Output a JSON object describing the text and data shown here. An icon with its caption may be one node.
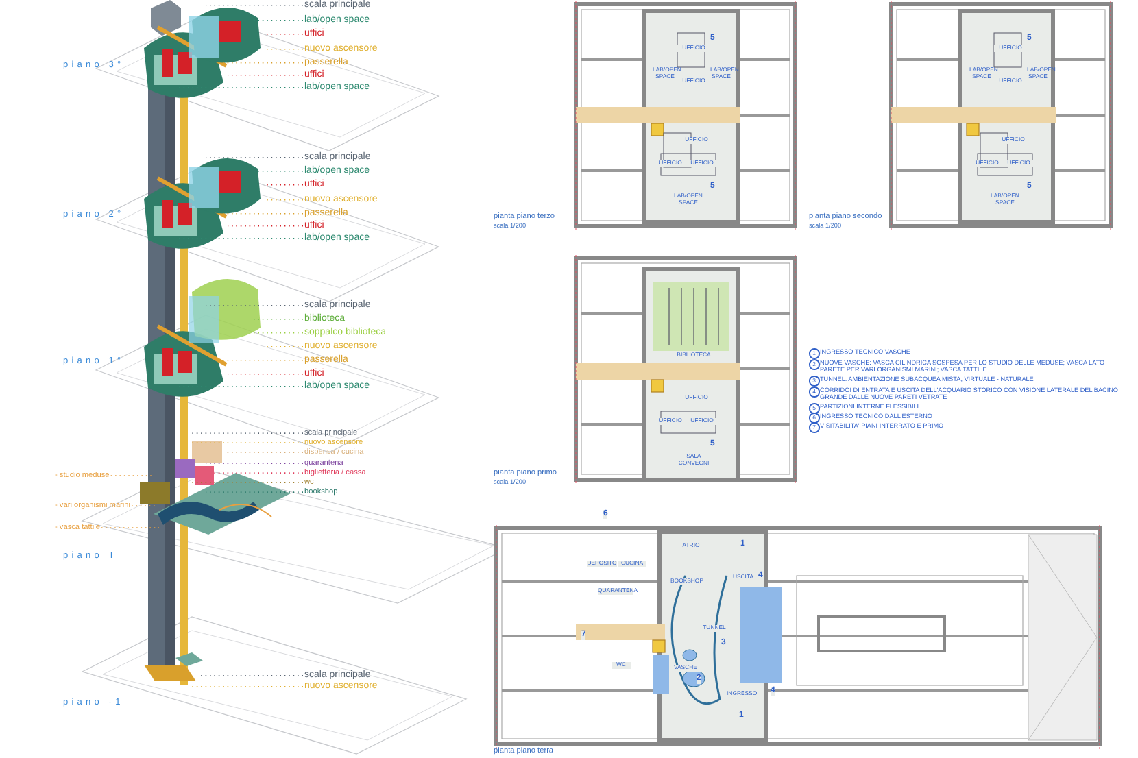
{
  "diagram": {
    "nodes": [
      {
        "text": [
          "scala principale"
        ]
      },
      {
        "text": [
          "lab/open space"
        ]
      },
      {
        "text": [
          "uffici"
        ]
      },
      {
        "text": [
          "nuovo ascensore"
        ]
      },
      {
        "text": [
          "passerella"
        ]
      },
      {
        "text": [
          "uffici"
        ]
      },
      {
        "text": [
          "lab/open space"
        ]
      },
      {
        "text": [
          "scala principale"
        ]
      },
      {
        "text": [
          "lab/open space"
        ]
      },
      {
        "text": [
          "uffici"
        ]
      },
      {
        "text": [
          "nuovo ascensore"
        ]
      },
      {
        "text": [
          "passerella"
        ]
      },
      {
        "text": [
          "uffici"
        ]
      },
      {
        "text": [
          "lab/open space"
        ]
      },
      {
        "text": [
          "scala principale"
        ]
      },
      {
        "text": [
          "biblioteca"
        ]
      },
      {
        "text": [
          "soppalco biblioteca"
        ]
      },
      {
        "text": [
          "nuovo ascensore"
        ]
      },
      {
        "text": [
          "passerella"
        ]
      },
      {
        "text": [
          "uffici"
        ]
      },
      {
        "text": [
          "lab/open space"
        ]
      },
      {
        "text": [
          "scala principale"
        ]
      },
      {
        "text": [
          "nuovo ascensore"
        ]
      },
      {
        "text": [
          "dispensa / cucina"
        ]
      },
      {
        "text": [
          "quarantena"
        ]
      },
      {
        "text": [
          "biglietteria / cassa"
        ]
      },
      {
        "text": [
          "wc"
        ]
      },
      {
        "text": [
          "bookshop"
        ]
      },
      {
        "text": [
          "- studio meduse"
        ]
      },
      {
        "text": [
          "- vari organismi marini"
        ]
      },
      {
        "text": [
          "- vasca tattile"
        ]
      },
      {
        "text": [
          "scala principale"
        ]
      },
      {
        "text": [
          "nuovo ascensore"
        ]
      }
    ],
    "edges": [
      {
        "from": 0,
        "to": null,
        "arrow": "none",
        "color": "#5b6673"
      },
      {
        "from": 1,
        "to": null,
        "arrow": "none",
        "color": "#2e8a70"
      },
      {
        "from": 2,
        "to": null,
        "arrow": "none",
        "color": "#d42128"
      },
      {
        "from": 3,
        "to": null,
        "arrow": "none",
        "color": "#e0b030"
      },
      {
        "from": 4,
        "to": null,
        "arrow": "none",
        "color": "#d9a02c"
      },
      {
        "from": 5,
        "to": null,
        "arrow": "none",
        "color": "#d42128"
      },
      {
        "from": 6,
        "to": null,
        "arrow": "none",
        "color": "#2e8a70"
      },
      {
        "from": 7,
        "to": null,
        "arrow": "none",
        "color": "#5b6673"
      },
      {
        "from": 8,
        "to": null,
        "arrow": "none",
        "color": "#2e8a70"
      },
      {
        "from": 9,
        "to": null,
        "arrow": "none",
        "color": "#d42128"
      },
      {
        "from": 10,
        "to": null,
        "arrow": "none",
        "color": "#e0b030"
      },
      {
        "from": 11,
        "to": null,
        "arrow": "none",
        "color": "#d9a02c"
      },
      {
        "from": 12,
        "to": null,
        "arrow": "none",
        "color": "#d42128"
      },
      {
        "from": 13,
        "to": null,
        "arrow": "none",
        "color": "#2e8a70"
      },
      {
        "from": 14,
        "to": null,
        "arrow": "none",
        "color": "#5b6673"
      },
      {
        "from": 15,
        "to": null,
        "arrow": "none",
        "color": "#5fae3c"
      },
      {
        "from": 16,
        "to": null,
        "arrow": "none",
        "color": "#9ccf45"
      },
      {
        "from": 17,
        "to": null,
        "arrow": "none",
        "color": "#e0b030"
      },
      {
        "from": 18,
        "to": null,
        "arrow": "none",
        "color": "#d9a02c"
      },
      {
        "from": 19,
        "to": null,
        "arrow": "none",
        "color": "#d42128"
      },
      {
        "from": 20,
        "to": null,
        "arrow": "none",
        "color": "#2e8a70"
      },
      {
        "from": 21,
        "to": null,
        "arrow": "none",
        "color": "#5b6673"
      },
      {
        "from": 22,
        "to": null,
        "arrow": "none",
        "color": "#e0b030"
      },
      {
        "from": 23,
        "to": null,
        "arrow": "none",
        "color": "#d8b07c"
      },
      {
        "from": 24,
        "to": null,
        "arrow": "none",
        "color": "#8048a0"
      },
      {
        "from": 25,
        "to": null,
        "arrow": "none",
        "color": "#e03c5c"
      },
      {
        "from": 26,
        "to": null,
        "arrow": "none",
        "color": "#a08030"
      },
      {
        "from": 27,
        "to": null,
        "arrow": "none",
        "color": "#2e7a6c"
      },
      {
        "from": 28,
        "to": null,
        "arrow": "none",
        "color": "#e8a040"
      },
      {
        "from": 29,
        "to": null,
        "arrow": "none",
        "color": "#e8a040"
      },
      {
        "from": 30,
        "to": null,
        "arrow": "none",
        "color": "#e8a040"
      },
      {
        "from": 31,
        "to": null,
        "arrow": "none",
        "color": "#5b6673"
      },
      {
        "from": 32,
        "to": null,
        "arrow": "none",
        "color": "#e0b030"
      }
    ],
    "labels": [
      "piano 3°",
      "piano 2°",
      "piano 1°",
      "piano T",
      "piano -1",
      "5",
      "UFFICIO",
      "LAB/OPEN SPACE",
      "UFFICIO",
      "LAB/OPEN SPACE",
      "UFFICIO",
      "UFFICIO",
      "UFFICIO",
      "5",
      "LAB/OPEN SPACE",
      "pianta piano terzo",
      "scala 1/200",
      "5",
      "UFFICIO",
      "LAB/OPEN SPACE",
      "UFFICIO",
      "LAB/OPEN SPACE",
      "UFFICIO",
      "UFFICIO",
      "UFFICIO",
      "5",
      "LAB/OPEN SPACE",
      "pianta piano secondo",
      "scala 1/200",
      "BIBLIOTECA",
      "UFFICIO",
      "UFFICIO",
      "UFFICIO",
      "5",
      "SALA CONVEGNI",
      "pianta piano primo",
      "scala 1/200",
      "1",
      "INGRESSO TECNICO VASCHE",
      "2",
      "NUOVE VASCHE: VASCA CILINDRICA SOSPESA PER LO STUDIO DELLE MEDUSE; VASCA LATO PARETE PER VARI ORGANISMI MARINI; VASCA TATTILE",
      "3",
      "TUNNEL: AMBIENTAZIONE SUBACQUEA MISTA, VIRTUALE - NATURALE",
      "4",
      "CORRIDOI DI ENTRATA E USCITA DELL'ACQUARIO STORICO CON VISIONE LATERALE DEL BACINO GRANDE DALLE NUOVE PARETI VETRATE",
      "5",
      "PARTIZIONI INTERNE FLESSIBILI",
      "6",
      "INGRESSO TECNICO DALL'ESTERNO",
      "7",
      "VISITABILITA' PIANI INTERRATO E PRIMO",
      "6",
      "ATRIO",
      "1",
      "DEPOSITO",
      "CUCINA",
      "QUARANTENA",
      "BOOKSHOP",
      "USCITA",
      "4",
      "TUNNEL",
      "3",
      "7",
      "WC",
      "VASCHE",
      "2",
      "INGRESSO",
      "4",
      "1",
      "pianta piano terra"
    ]
  }
}
